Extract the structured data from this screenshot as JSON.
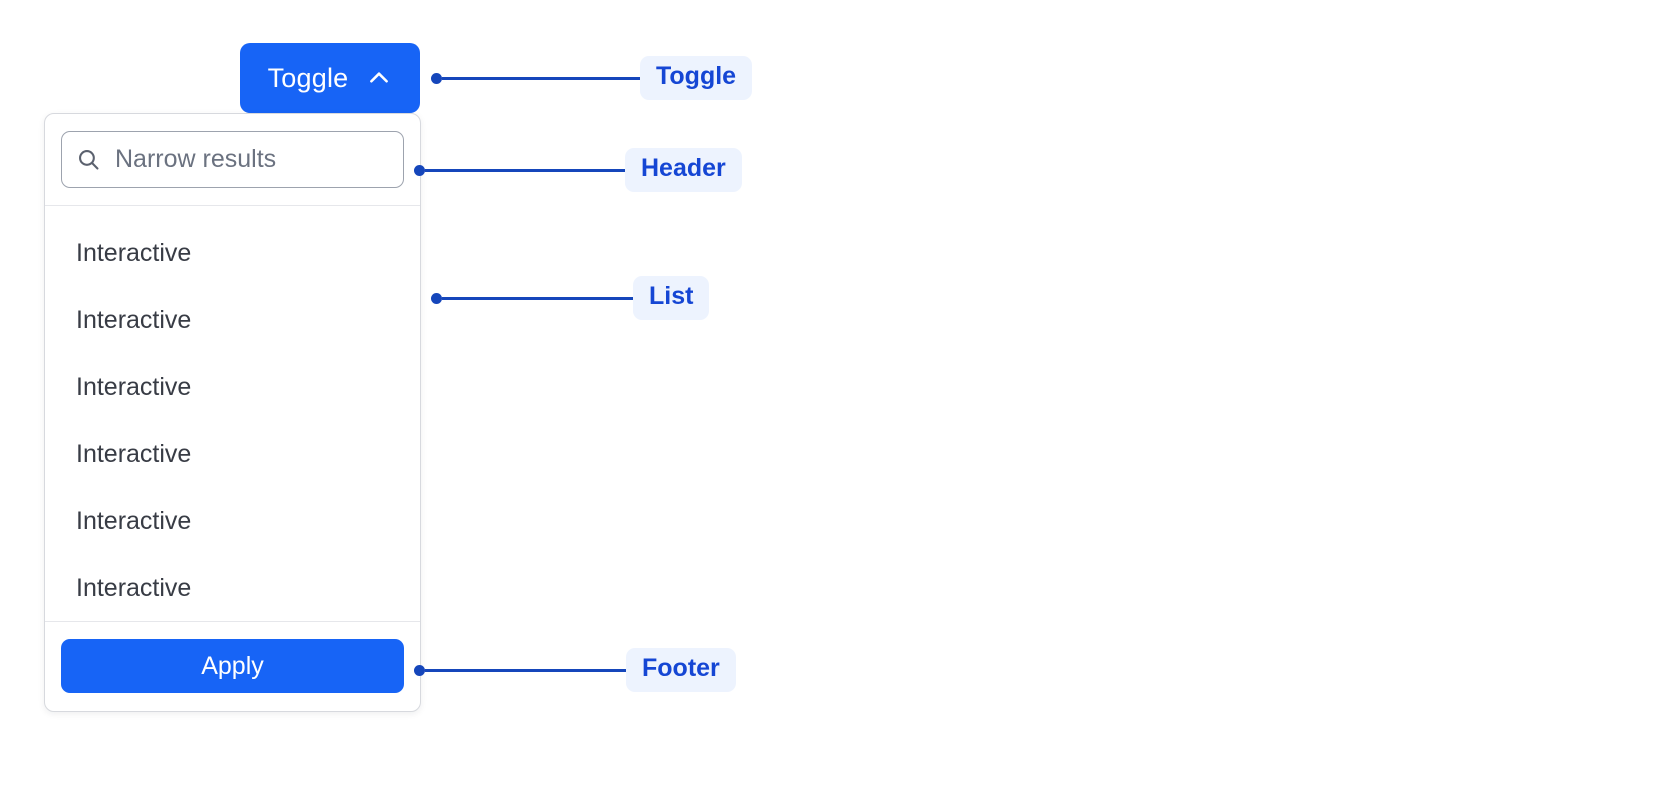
{
  "toggle": {
    "label": "Toggle",
    "icon": "chevron-up-icon"
  },
  "panel": {
    "header": {
      "search": {
        "icon": "search-icon",
        "placeholder": "Narrow results",
        "value": ""
      }
    },
    "list": {
      "items": [
        {
          "label": "Interactive"
        },
        {
          "label": "Interactive"
        },
        {
          "label": "Interactive"
        },
        {
          "label": "Interactive"
        },
        {
          "label": "Interactive"
        },
        {
          "label": "Interactive"
        }
      ]
    },
    "footer": {
      "apply_label": "Apply"
    }
  },
  "annotations": [
    {
      "label": "Toggle"
    },
    {
      "label": "Header"
    },
    {
      "label": "List"
    },
    {
      "label": "Footer"
    }
  ],
  "colors": {
    "accent_blue": "#1764f6",
    "annotation_blue": "#1546d4",
    "annotation_line": "#1546bb",
    "annotation_pill_bg": "#edf3fe",
    "panel_border": "#d7d9de",
    "divider": "#e6e7eb",
    "text_primary": "#383c45",
    "text_placeholder": "#6b7280"
  }
}
